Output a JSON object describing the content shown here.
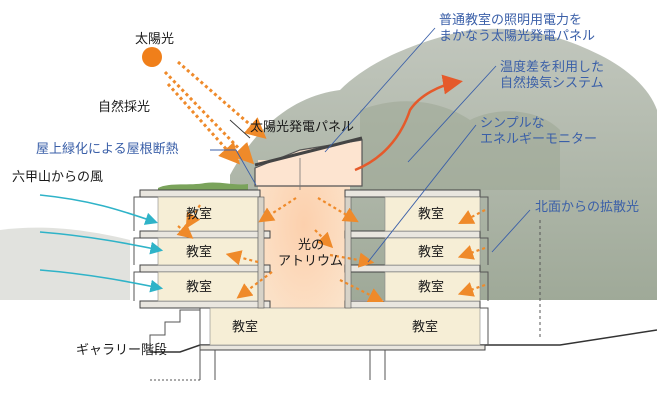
{
  "labels": {
    "sun": "太陽光",
    "natural_light": "自然採光",
    "panel": "太陽光発電パネル",
    "roof_green": "屋上緑化による屋根断熱",
    "wind": "六甲山からの風",
    "gallery_stairs": "ギャラリー階段",
    "atrium_line1": "光の",
    "atrium_line2": "アトリウム",
    "room": "教室",
    "callout_power_1": "普通教室の照明用電力を",
    "callout_power_2": "まかなう太陽光発電パネル",
    "callout_vent_1": "温度差を利用した",
    "callout_vent_2": "自然換気システム",
    "callout_monitor_1": "シンプルな",
    "callout_monitor_2": "エネルギーモニター",
    "callout_north": "北面からの拡散光"
  },
  "colors": {
    "sun": "#f07f1a",
    "light_arrows": "#ef8a2a",
    "wind_arrows": "#2fb3c8",
    "exhaust_arrow": "#e55a2b",
    "callout_text": "#3a5fa8",
    "atrium_glow": "#fbd8b7",
    "room_fill": "#f6eed6"
  }
}
